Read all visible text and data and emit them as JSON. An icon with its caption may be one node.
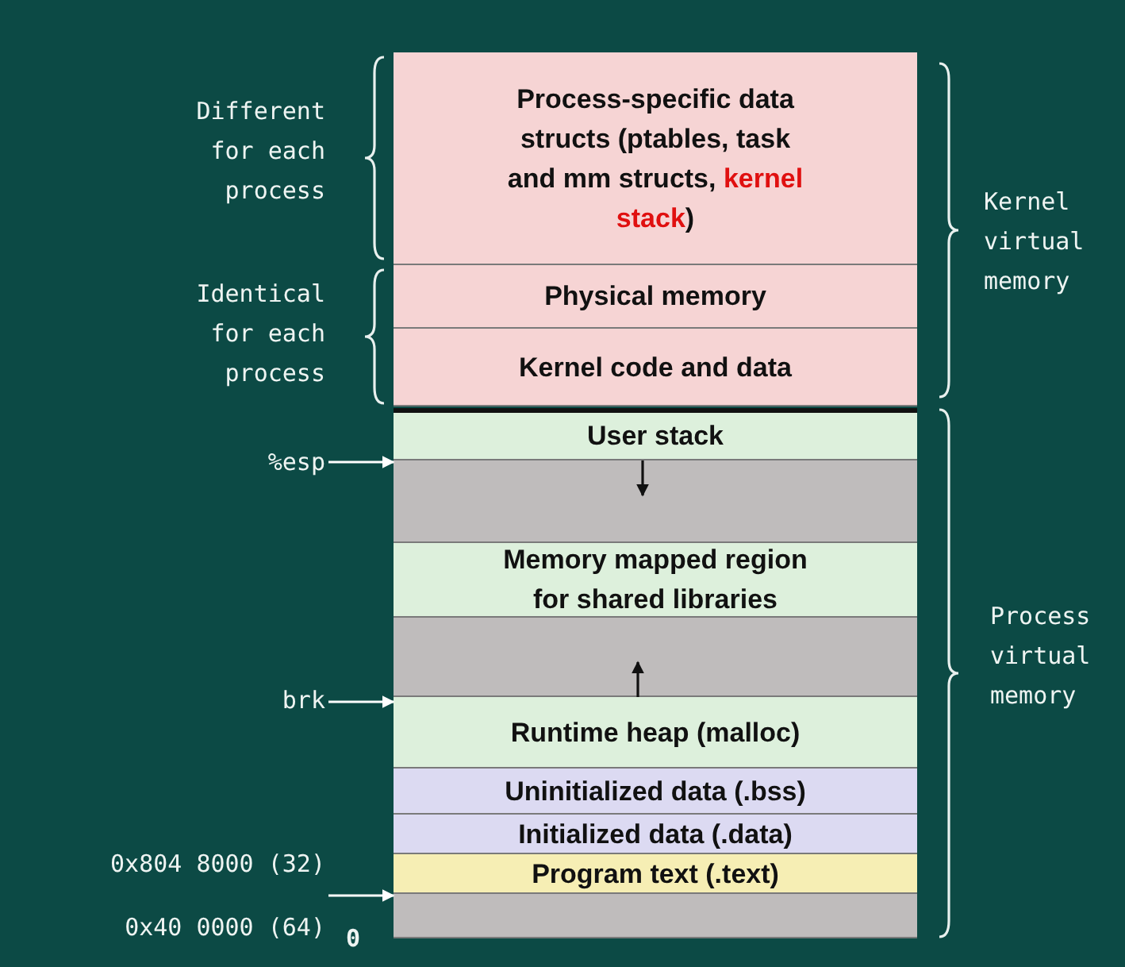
{
  "diagram": {
    "nodes": [
      {
        "text": [
          "Process-specific data structs (ptables, task and mm structs, *kernel stack*)"
        ]
      },
      {
        "text": [
          "Physical memory"
        ]
      },
      {
        "text": [
          "Kernel code and data"
        ]
      },
      {
        "text": [
          "User stack"
        ]
      },
      {
        "text": [],
        "shape": "box"
      },
      {
        "text": [
          "Memory mapped region for shared libraries"
        ]
      },
      {
        "text": [],
        "shape": "box"
      },
      {
        "text": [
          "Runtime heap (malloc)"
        ]
      },
      {
        "text": [
          "Uninitialized data (.bss)"
        ]
      },
      {
        "text": [
          "Initialized data (.data)"
        ]
      },
      {
        "text": [
          "Program text (.text)"
        ]
      },
      {
        "text": [],
        "shape": "box"
      },
      {
        "text": [
          "%esp"
        ]
      },
      {
        "text": [
          "brk"
        ]
      },
      {
        "text": [
          "0x804 8000 (32)",
          "0x40 0000 (64)"
        ]
      }
    ],
    "edges": [
      {
        "from": 12,
        "to": 4,
        "arrow": "to"
      },
      {
        "from": 13,
        "to": 7,
        "arrow": "to"
      },
      {
        "from": 14,
        "to": 11,
        "arrow": "to"
      },
      {
        "from": 3,
        "to": 4,
        "arrow": "to",
        "color": "#111111"
      },
      {
        "from": 7,
        "to": 6,
        "arrow": "to",
        "color": "#111111"
      }
    ],
    "labels": [
      "Different for each process",
      "Identical for each process",
      "Kernel virtual memory",
      "Process virtual memory",
      "0"
    ]
  }
}
